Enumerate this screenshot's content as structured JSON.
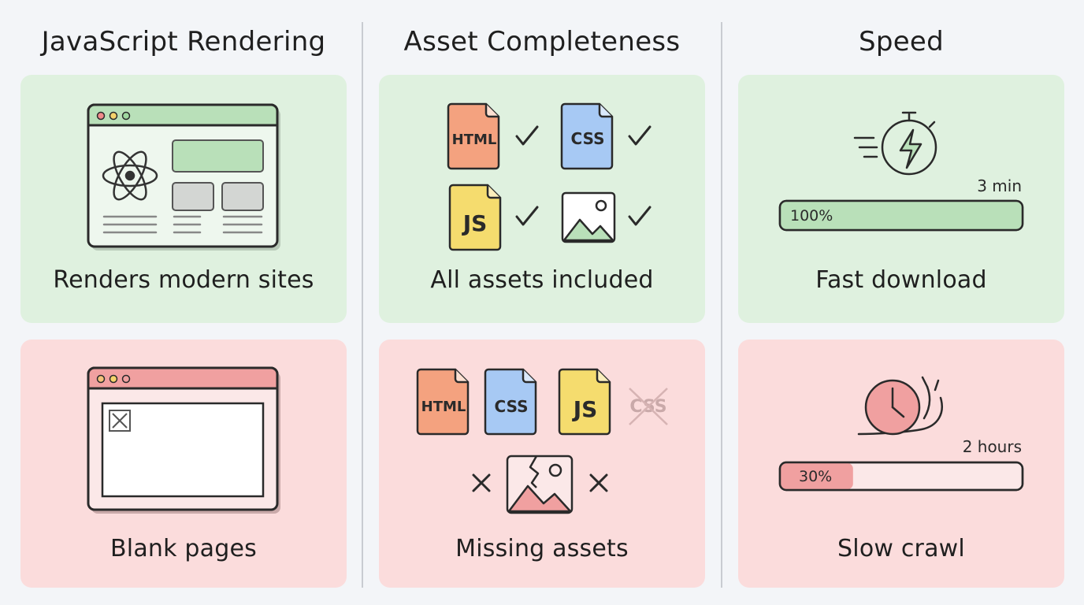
{
  "columns": [
    {
      "title": "JavaScript Rendering",
      "good": {
        "caption": "Renders modern sites"
      },
      "bad": {
        "caption": "Blank pages"
      }
    },
    {
      "title": "Asset Completeness",
      "good": {
        "caption": "All assets included",
        "files": [
          "HTML",
          "CSS",
          "JS"
        ]
      },
      "bad": {
        "caption": "Missing assets",
        "files": [
          "HTML",
          "CSS",
          "JS"
        ],
        "missing_file": "CSS"
      }
    },
    {
      "title": "Speed",
      "good": {
        "caption": "Fast download",
        "time": "3 min",
        "progress_label": "100%",
        "progress": 1.0
      },
      "bad": {
        "caption": "Slow crawl",
        "time": "2 hours",
        "progress_label": "30%",
        "progress": 0.3
      }
    }
  ],
  "colors": {
    "good_bg": "#dff1df",
    "bad_bg": "#fbdcdc",
    "good_accent": "#b9e0b9",
    "bad_accent": "#f0a0a0",
    "html_file": "#f4a27f",
    "css_file": "#a7c9f4",
    "js_file": "#f5dc6e"
  },
  "icons": [
    "browser-window-icon",
    "react-atom-icon",
    "broken-image-icon",
    "file-icon",
    "checkmark-icon",
    "cross-icon",
    "image-icon",
    "stopwatch-lightning-icon",
    "snail-clock-icon",
    "progress-bar"
  ]
}
